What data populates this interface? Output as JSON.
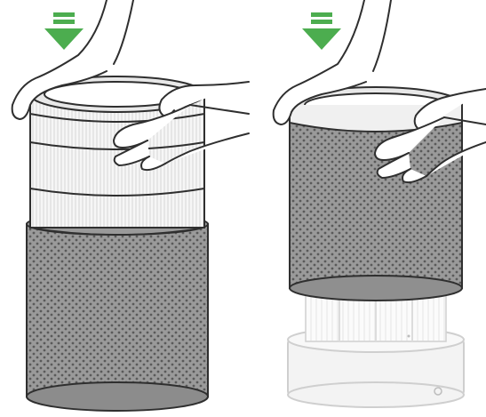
{
  "illustration": {
    "steps": [
      {
        "id": "step-1",
        "action": "push-down",
        "arrow_icon": "arrow-down-icon",
        "arrow_color": "#4cad4f"
      },
      {
        "id": "step-2",
        "action": "push-down",
        "arrow_icon": "arrow-down-icon",
        "arrow_color": "#4cad4f"
      }
    ],
    "colors": {
      "arrow": "#4cad4f",
      "mesh": "#8f8f8f",
      "mesh_dots": "#5f5f5f",
      "outline": "#2f2f2f",
      "filter_media": "#f2f2f2",
      "base": "#f1f1f1"
    }
  }
}
